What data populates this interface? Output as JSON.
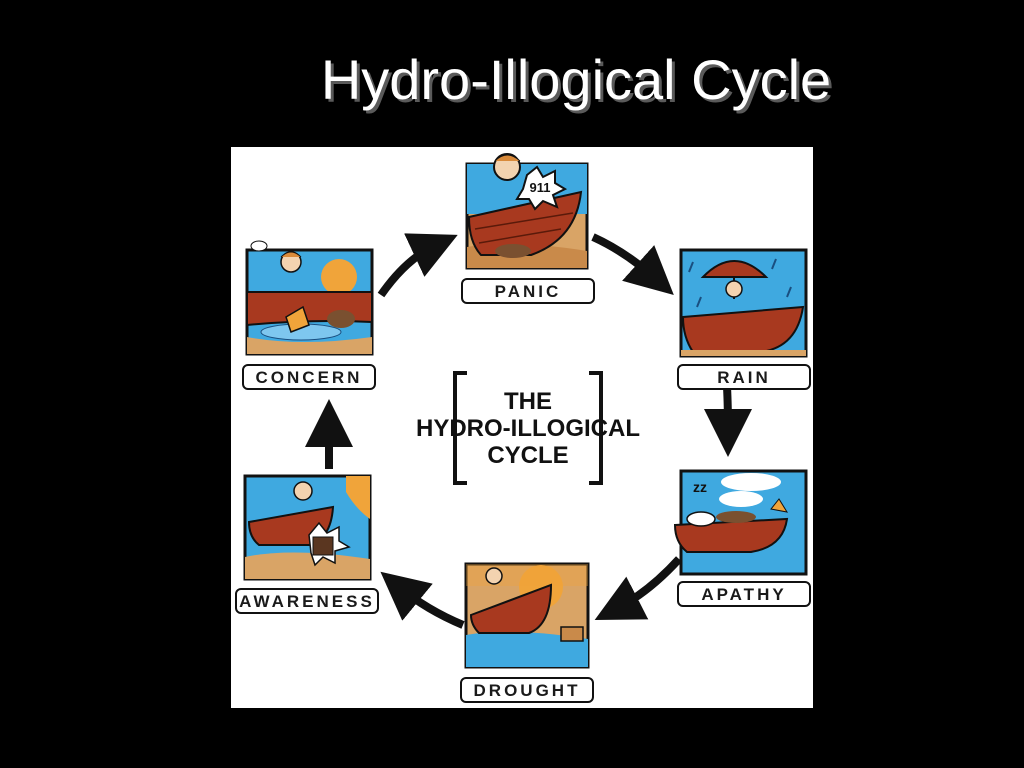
{
  "slide": {
    "title": "Hydro-Illogical Cycle"
  },
  "diagram": {
    "center": {
      "line1": "THE",
      "line2": "HYDRO-ILLOGICAL",
      "line3": "CYCLE"
    },
    "stages": [
      {
        "id": "panic",
        "label": "PANIC",
        "speech": "911"
      },
      {
        "id": "rain",
        "label": "RAIN"
      },
      {
        "id": "apathy",
        "label": "APATHY",
        "sleep": "zz"
      },
      {
        "id": "drought",
        "label": "DROUGHT"
      },
      {
        "id": "awareness",
        "label": "AWARENESS"
      },
      {
        "id": "concern",
        "label": "CONCERN"
      }
    ]
  },
  "colors": {
    "background": "#000000",
    "water": "#3fa9e0",
    "boat": "#a8391f",
    "sun": "#f0a43a",
    "earth": "#d9a466",
    "arrow": "#111111"
  }
}
